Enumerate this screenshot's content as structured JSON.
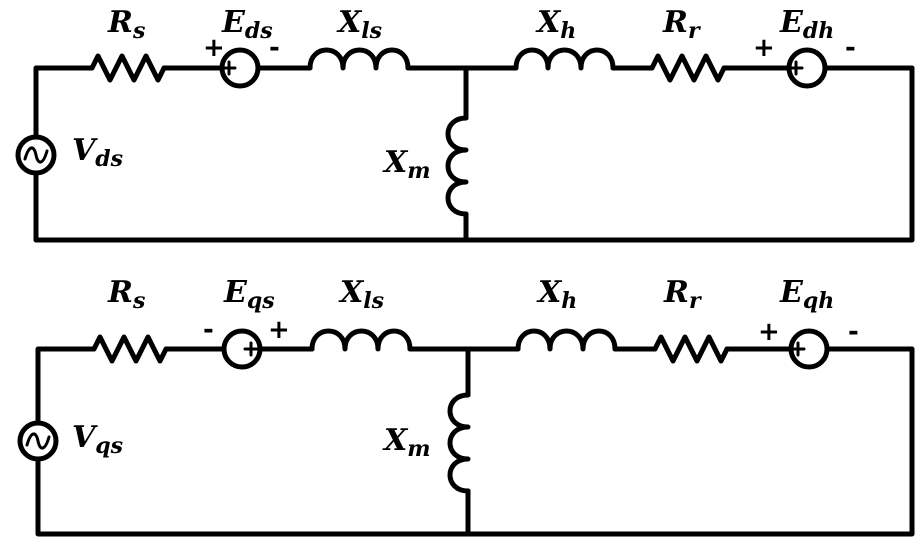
{
  "circuits": [
    {
      "id": "d-axis",
      "source": {
        "main": "V",
        "sub": "ds"
      },
      "components": {
        "rs": {
          "main": "R",
          "sub": "s"
        },
        "es": {
          "main": "E",
          "sub": "ds",
          "left_sign": "+",
          "right_sign": "-"
        },
        "xls": {
          "main": "X",
          "sub": "ls"
        },
        "xh": {
          "main": "X",
          "sub": "h"
        },
        "rr": {
          "main": "R",
          "sub": "r"
        },
        "eh": {
          "main": "E",
          "sub": "dh",
          "left_sign": "+",
          "right_sign": "-"
        },
        "xm": {
          "main": "X",
          "sub": "m"
        }
      }
    },
    {
      "id": "q-axis",
      "source": {
        "main": "V",
        "sub": "qs"
      },
      "components": {
        "rs": {
          "main": "R",
          "sub": "s"
        },
        "es": {
          "main": "E",
          "sub": "qs",
          "left_sign": "-",
          "right_sign": "+"
        },
        "xls": {
          "main": "X",
          "sub": "ls"
        },
        "xh": {
          "main": "X",
          "sub": "h"
        },
        "rr": {
          "main": "R",
          "sub": "r"
        },
        "eh": {
          "main": "E",
          "sub": "qh",
          "left_sign": "+",
          "right_sign": "-"
        },
        "xm": {
          "main": "X",
          "sub": "m"
        }
      }
    }
  ]
}
